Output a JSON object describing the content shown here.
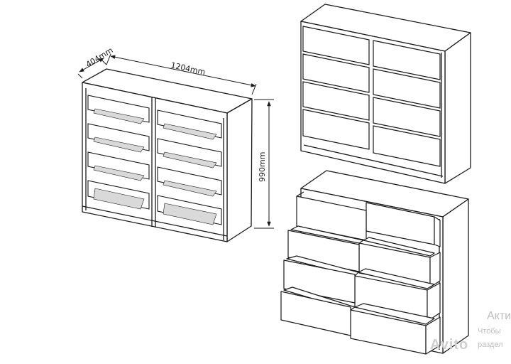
{
  "dimensions": {
    "depth": "404mm",
    "width": "1204mm",
    "height": "990mm"
  },
  "views": [
    {
      "name": "dimensioned-frame-view",
      "drawers": 8
    },
    {
      "name": "closed-drawers-view",
      "drawers": 8
    },
    {
      "name": "open-drawers-view",
      "drawers": 8
    }
  ],
  "watermark": {
    "title": "Акти",
    "line1": "Чтобы",
    "line2": "раздел",
    "logo": "Avito"
  }
}
